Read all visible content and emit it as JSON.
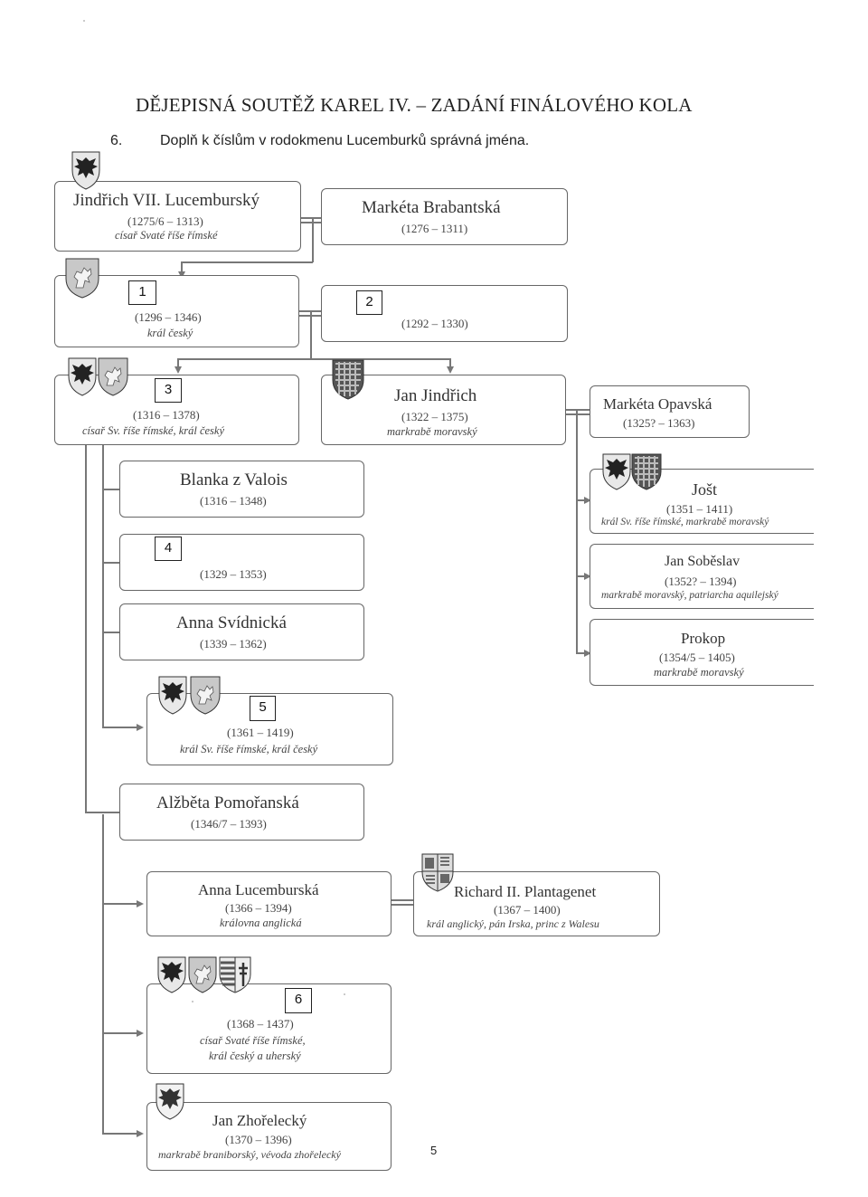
{
  "header": {
    "title": "DĚJEPISNÁ SOUTĚŽ  KAREL IV. – ZADÁNÍ FINÁLOVÉHO KOLA",
    "task_number": "6.",
    "task_text": "Doplň k číslům v rodokmenu Lucemburků správná jména."
  },
  "persons": {
    "jindrich": {
      "name": "Jindřich VII. Lucemburský",
      "years": "(1275/6 – 1313)",
      "role": "císař Svaté říše římské"
    },
    "marketa_b": {
      "name": "Markéta Brabantská",
      "years": "(1276 – 1311)"
    },
    "p1": {
      "years": "(1296 – 1346)",
      "role": "král český"
    },
    "p2": {
      "years": "(1292 – 1330)"
    },
    "p3": {
      "years": "(1316 – 1378)",
      "role": "císař Sv. říše římské, král český"
    },
    "jan_jindrich": {
      "name": "Jan Jindřich",
      "years": "(1322 – 1375)",
      "role": "markrabě moravský"
    },
    "marketa_o": {
      "name": "Markéta Opavská",
      "years": "(1325? – 1363)"
    },
    "blanka": {
      "name": "Blanka z Valois",
      "years": "(1316 – 1348)"
    },
    "p4": {
      "years": "(1329 – 1353)"
    },
    "anna_s": {
      "name": "Anna Svídnická",
      "years": "(1339 – 1362)"
    },
    "jost": {
      "name": "Jošt",
      "years": "(1351 – 1411)",
      "role": "král Sv. říše římské, markrabě moravský"
    },
    "jan_sob": {
      "name": "Jan Soběslav",
      "years": "(1352? – 1394)",
      "role": "markrabě moravský, patriarcha aquilejský"
    },
    "prokop": {
      "name": "Prokop",
      "years": "(1354/5 – 1405)",
      "role": "markrabě moravský"
    },
    "p5": {
      "years": "(1361 – 1419)",
      "role": "král Sv. říše římské, král český"
    },
    "alzbeta": {
      "name": "Alžběta Pomořanská",
      "years": "(1346/7 – 1393)"
    },
    "anna_l": {
      "name": "Anna Lucemburská",
      "years": "(1366 – 1394)",
      "role": "královna anglická"
    },
    "richard": {
      "name": "Richard II. Plantagenet",
      "years": "(1367 – 1400)",
      "role": "král anglický, pán Irska, princ z Walesu"
    },
    "p6": {
      "years": "(1368 – 1437)",
      "role1": "císař Svaté říše římské,",
      "role2": "král český a uherský"
    },
    "jan_z": {
      "name": "Jan Zhořelecký",
      "years": "(1370 – 1396)",
      "role": "markrabě braniborský, vévoda zhořelecký"
    }
  },
  "blanks": {
    "b1": "1",
    "b2": "2",
    "b3": "3",
    "b4": "4",
    "b5": "5",
    "b6": "6"
  },
  "footer": {
    "page_number": "5"
  },
  "colors": {
    "line": "#777777",
    "box_border": "#666666",
    "eagle": "#222222",
    "lion_field": "#c8c8c8"
  }
}
